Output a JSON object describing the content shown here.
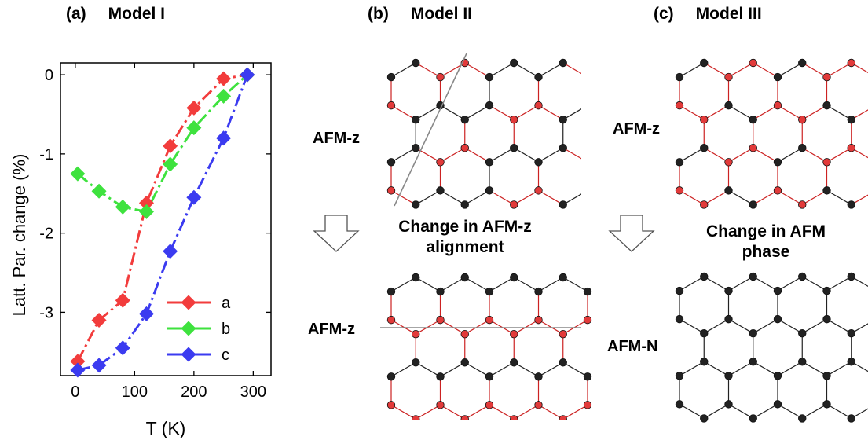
{
  "panels": {
    "a": {
      "label": "(a)",
      "title": "Model I"
    },
    "b": {
      "label": "(b)",
      "title": "Model II",
      "top_state": "AFM-z",
      "bottom_state": "AFM-z",
      "change_line1": "Change in AFM-z",
      "change_line2": "alignment"
    },
    "c": {
      "label": "(c)",
      "title": "Model III",
      "top_state": "AFM-z",
      "bottom_state": "AFM-N",
      "change_line1": "Change in AFM",
      "change_line2": "phase"
    }
  },
  "colors": {
    "red_atom": "#e23a3a",
    "black_atom": "#222222",
    "red_bond": "#cc2222",
    "black_bond": "#222222"
  },
  "chart_data": {
    "type": "line",
    "xlabel": "T (K)",
    "ylabel": "Latt. Par. change (%)",
    "xlim": [
      -25,
      330
    ],
    "ylim": [
      -3.8,
      0.15
    ],
    "xticks": [
      0,
      100,
      200,
      300
    ],
    "yticks": [
      0,
      -1,
      -2,
      -3
    ],
    "legend_position": "lower-right",
    "series": [
      {
        "name": "a",
        "color": "#f23c3c",
        "x": [
          4,
          40,
          80,
          120,
          160,
          200,
          250,
          290
        ],
        "y": [
          -3.62,
          -3.1,
          -2.85,
          -1.62,
          -0.9,
          -0.42,
          -0.05,
          0.0
        ]
      },
      {
        "name": "b",
        "color": "#3ee23e",
        "x": [
          4,
          40,
          80,
          120,
          160,
          200,
          250,
          290
        ],
        "y": [
          -1.25,
          -1.47,
          -1.67,
          -1.73,
          -1.13,
          -0.67,
          -0.27,
          0.0
        ]
      },
      {
        "name": "c",
        "color": "#3b3bf0",
        "x": [
          4,
          40,
          80,
          120,
          160,
          200,
          250,
          290
        ],
        "y": [
          -3.73,
          -3.67,
          -3.45,
          -3.02,
          -2.23,
          -1.55,
          -0.8,
          0.0
        ]
      }
    ]
  }
}
